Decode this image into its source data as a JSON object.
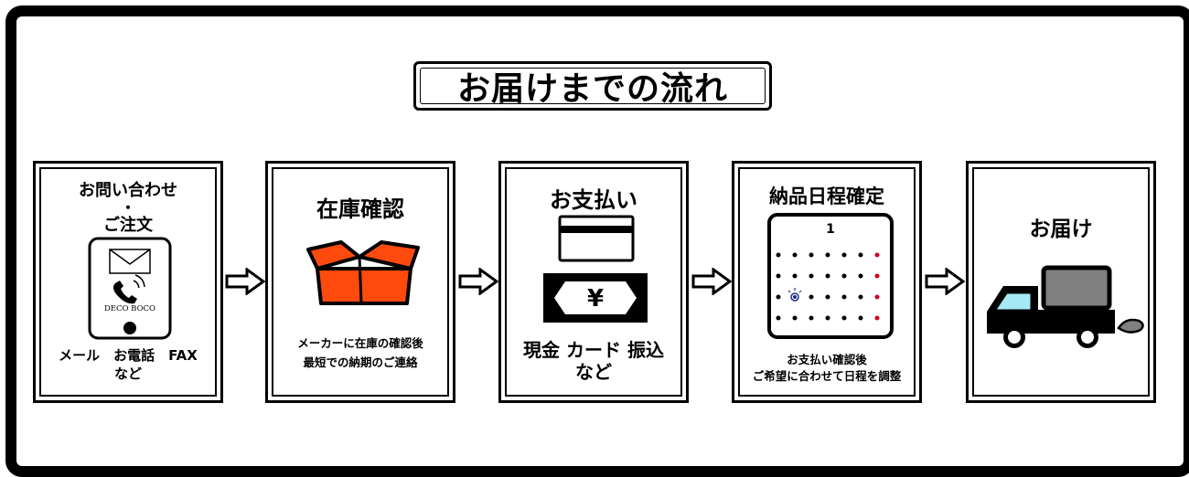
{
  "title": "お届けまでの流れ",
  "steps": [
    {
      "title_line1": "お問い合わせ",
      "title_dot": "・",
      "title_line2": "ご注文",
      "phone_label": "DECO BOCO",
      "caption_line1": "メール　お電話　FAX",
      "caption_line2": "など",
      "icon": "smartphone-icon"
    },
    {
      "title": "在庫確認",
      "caption_line1": "メーカーに在庫の確認後",
      "caption_line2": "最短での納期のご連絡",
      "icon": "cardboard-box-icon"
    },
    {
      "title": "お支払い",
      "banknote_symbol": "¥",
      "caption_line1": "現金 カード 振込",
      "caption_line2": "など",
      "icon": "credit-card-icon"
    },
    {
      "title": "納品日程確定",
      "calendar_label": "1",
      "caption_line1": "お支払い確認後",
      "caption_line2": "ご希望に合わせて日程を調整",
      "icon": "calendar-icon"
    },
    {
      "title": "お届け",
      "icon": "delivery-truck-icon"
    }
  ],
  "colors": {
    "box_orange": "#ff4a0e",
    "calendar_red_dot": "#d0021b",
    "calendar_marker": "#1e2a8c",
    "truck_cargo": "#808080",
    "truck_window": "#a5e9f4"
  }
}
